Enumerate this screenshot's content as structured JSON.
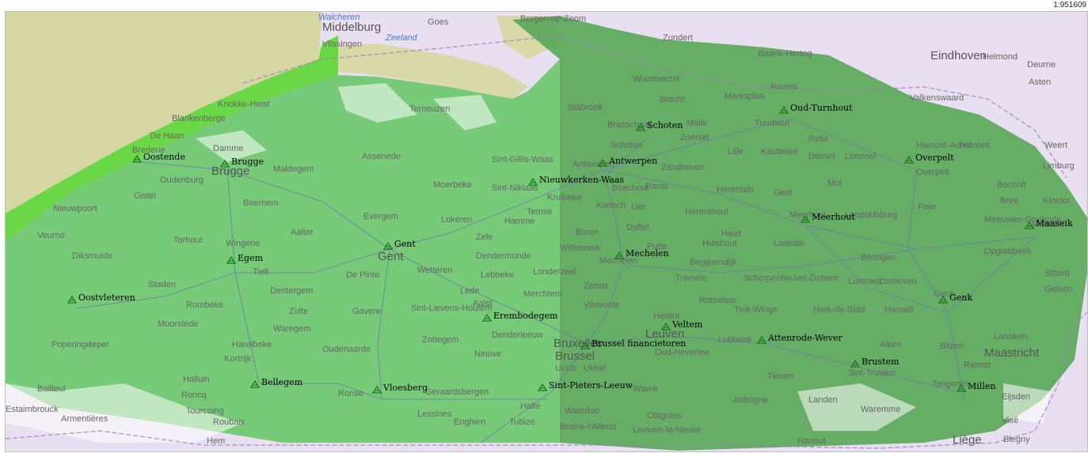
{
  "map": {
    "scale": "1:951609",
    "colors": {
      "basemap": "#e8dff0",
      "sea": "#d6d6a2",
      "coverage_west": "#6cc86e",
      "coverage_east": "#5aa85a",
      "coverage_bright": "#63d63c",
      "roads": "#6b7fa8",
      "station_marker": "#1a7a1a"
    },
    "water_labels": [
      "Walcheren",
      "Zeeland"
    ],
    "places": [
      "Middelburg",
      "Vlissingen",
      "Goes",
      "Bergen-op-Zoom",
      "Zundert",
      "Baarle-Hertog",
      "Eindhoven",
      "Helmond",
      "Deurne",
      "Asten",
      "Blankenberge",
      "Knokke-Heist",
      "De Haan",
      "Bredene",
      "Oudenburg",
      "Gistel",
      "Nieuwpoort",
      "Veurne",
      "Diksmuide",
      "Torhout",
      "Damme",
      "Brugge",
      "Maldegem",
      "Beernem",
      "Wingene",
      "Aalter",
      "Tielt",
      "Dentergem",
      "Staden",
      "Rumbeke",
      "Moorslede",
      "Poperinge",
      "Ieper",
      "Zulte",
      "Waregem",
      "Harelbeke",
      "Kortrijk",
      "Halluin",
      "Roncq",
      "Tourcoing",
      "Roubaix",
      "Bailleul",
      "Armentières",
      "Hem",
      "Estaimbrouck",
      "Terneuzen",
      "Assenede",
      "Moerbeke",
      "Sint-Gillis-Waas",
      "Sint-Niklaas",
      "Kruibeke",
      "Temse",
      "Hamme",
      "Lokeren",
      "Zele",
      "Evergem",
      "Gent",
      "De Pinte",
      "Gavere",
      "Oudenaarde",
      "Ronse",
      "Wetteren",
      "Dendermonde",
      "Lebbeke",
      "Lede",
      "Aalst",
      "Sint-Lievens-Houtem",
      "Zottegem",
      "Denderleeuw",
      "Ninove",
      "Geraardsbergen",
      "Lessines",
      "Enghien",
      "Tubize",
      "Halle",
      "Braine-l'Alleud",
      "Waterloo",
      "Uccle",
      "Ukkel",
      "Bruxelles",
      "Brussel",
      "Vilvoorde",
      "Merchtem",
      "Londerzeel",
      "Zemst",
      "Willebroek",
      "Boom",
      "Kontich",
      "Boechout",
      "Lier",
      "Duffel",
      "Putte",
      "Mechelen",
      "Ranst",
      "Zandhoven",
      "Brasschaat",
      "Stabroek",
      "Wuustwezel",
      "Brecht",
      "Malle",
      "Zoersel",
      "Schoten",
      "Antwerpen",
      "Merksplas",
      "Ravels",
      "Turnhout",
      "Lille",
      "Kasterlee",
      "Retie",
      "Dessel",
      "Mol",
      "Geel",
      "Herentals",
      "Herenthout",
      "Heist",
      "Begijnendijk",
      "Tremelo",
      "Rotselaar",
      "Herent",
      "Leuven",
      "Oud-Heverlee",
      "Wavre",
      "Ottignies",
      "Louvain-la-Neuve",
      "Lubbeek",
      "Tielt-Winge",
      "Scherpenheuvel-Zichem",
      "Hulshout",
      "Laakdal",
      "Meerhout",
      "Leopoldsburg",
      "Beringen",
      "Lummen",
      "Zonhoven",
      "Herk-de-Stad",
      "Hasselt",
      "Genk",
      "Alken",
      "Sint-Truiden",
      "Tienen",
      "Landen",
      "Jodoigne",
      "Hannut",
      "Waremme",
      "Tongeren",
      "Bilzen",
      "Riemst",
      "Lanaken",
      "Maastricht",
      "Eijsden",
      "Visé",
      "Liège",
      "Blegny",
      "Valkenswaard",
      "Hamont-Achel",
      "Lommel",
      "Overpelt",
      "Peer",
      "Bocholt",
      "Bree",
      "Kinrooi",
      "Meeuwen-Gruitrode",
      "Opglabbeek",
      "Maaseik",
      "Weert",
      "Sittard",
      "Geleen",
      "Limburg",
      "Hamont"
    ],
    "stations": [
      {
        "name": "Oostende"
      },
      {
        "name": "Brugge"
      },
      {
        "name": "Egem"
      },
      {
        "name": "Oostvleteren"
      },
      {
        "name": "Bellegem"
      },
      {
        "name": "Gent"
      },
      {
        "name": "Vloesberg"
      },
      {
        "name": "Erembodegem"
      },
      {
        "name": "Nieuwkerken-Waas"
      },
      {
        "name": "Antwerpen"
      },
      {
        "name": "Schoten"
      },
      {
        "name": "Mechelen"
      },
      {
        "name": "Brussel financietoren"
      },
      {
        "name": "Sint-Pieters-Leeuw"
      },
      {
        "name": "Veltem"
      },
      {
        "name": "Oud-Turnhout"
      },
      {
        "name": "Meerhout"
      },
      {
        "name": "Attenrode-Wever"
      },
      {
        "name": "Brustem"
      },
      {
        "name": "Overpelt"
      },
      {
        "name": "Genk"
      },
      {
        "name": "Millen"
      },
      {
        "name": "Maaseik"
      }
    ]
  }
}
